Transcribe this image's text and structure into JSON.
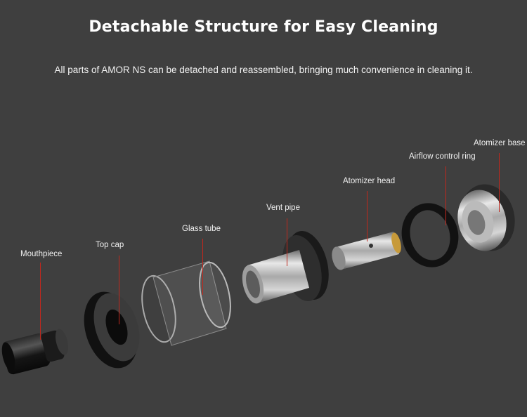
{
  "heading": {
    "title": "Detachable Structure for Easy Cleaning",
    "subtitle": "All parts of AMOR NS can be detached and reassembled, bringing much convenience in cleaning it."
  },
  "parts": [
    {
      "key": "mouthpiece",
      "label": "Mouthpiece"
    },
    {
      "key": "top_cap",
      "label": "Top cap"
    },
    {
      "key": "glass_tube",
      "label": "Glass tube"
    },
    {
      "key": "vent_pipe",
      "label": "Vent pipe"
    },
    {
      "key": "atomizer_head",
      "label": "Atomizer head"
    },
    {
      "key": "airflow_ring",
      "label": "Airflow control ring"
    },
    {
      "key": "atomizer_base",
      "label": "Atomizer base"
    }
  ],
  "colors": {
    "background": "#3f3f3f",
    "callout_line": "#c0281d",
    "text": "#ffffff"
  }
}
